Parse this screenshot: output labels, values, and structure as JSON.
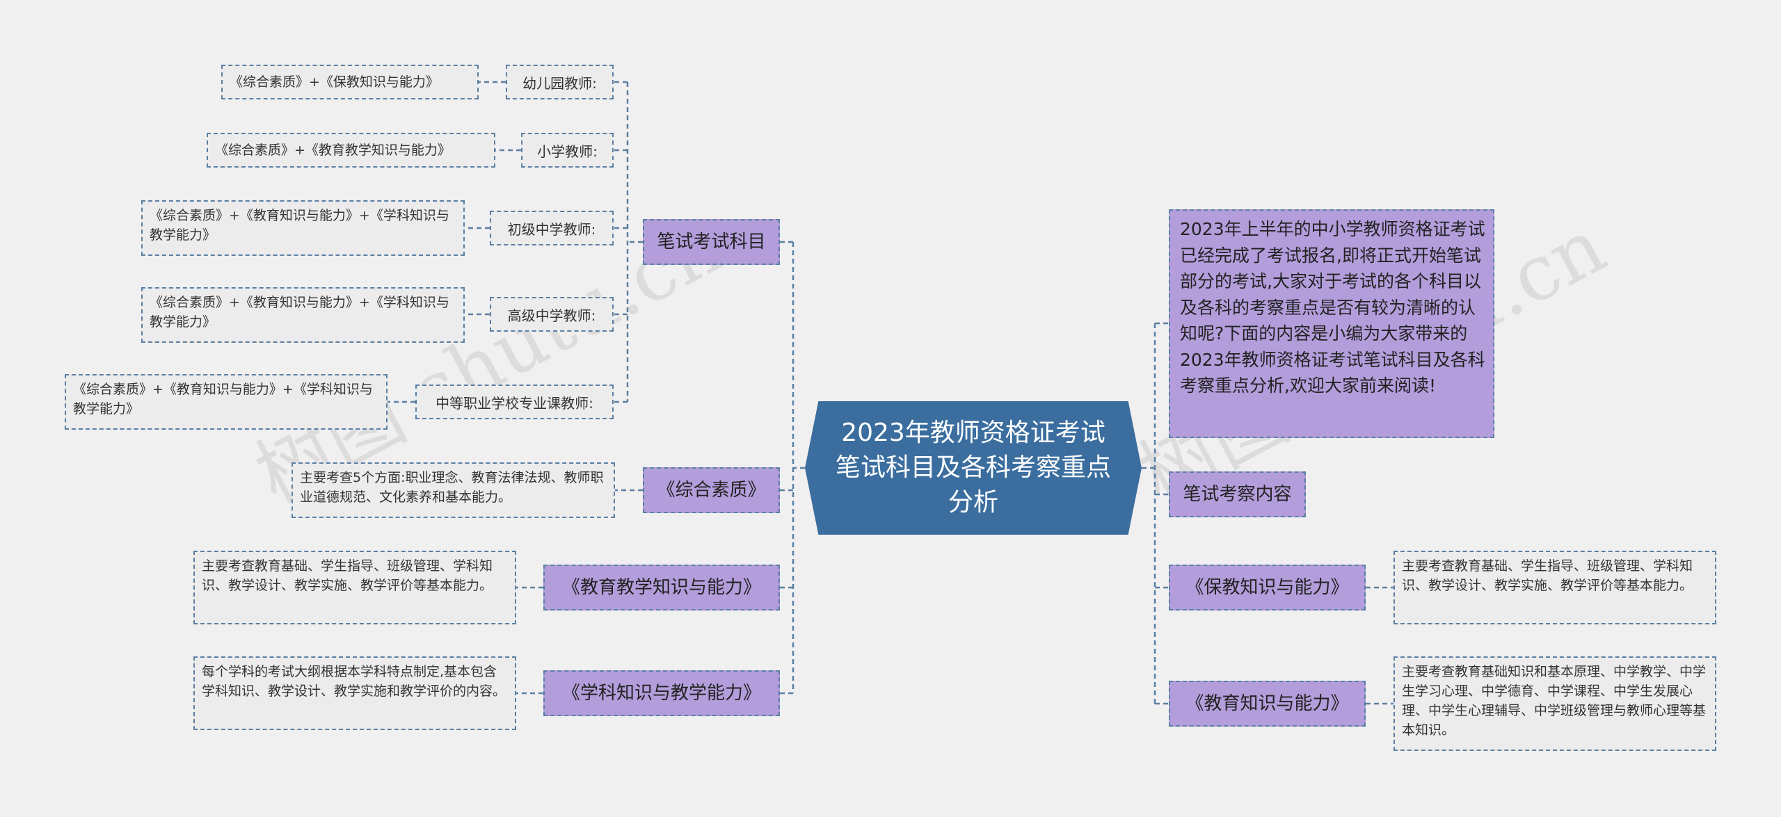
{
  "watermark": "树图 shutu.cn",
  "central_topic": "2023年教师资格证考试笔试科目及各科考察重点分析",
  "left": {
    "written_subjects": {
      "title": "笔试考试科目",
      "items": [
        {
          "label": "幼儿园教师:",
          "detail": "《综合素质》+《保教知识与能力》"
        },
        {
          "label": "小学教师:",
          "detail": "《综合素质》+《教育教学知识与能力》"
        },
        {
          "label": "初级中学教师:",
          "detail": "《综合素质》+《教育知识与能力》+《学科知识与教学能力》"
        },
        {
          "label": "高级中学教师:",
          "detail": "《综合素质》+《教育知识与能力》+《学科知识与教学能力》"
        },
        {
          "label": "中等职业学校专业课教师:",
          "detail": "《综合素质》+《教育知识与能力》+《学科知识与教学能力》"
        }
      ]
    },
    "zonghe": {
      "title": "《综合素质》",
      "detail": "主要考查5个方面:职业理念、教育法律法规、教师职业道德规范、文化素养和基本能力。"
    },
    "jiaoyu_jiaoxue": {
      "title": "《教育教学知识与能力》",
      "detail": "主要考查教育基础、学生指导、班级管理、学科知识、教学设计、教学实施、教学评价等基本能力。"
    },
    "xueke": {
      "title": "《学科知识与教学能力》",
      "detail": "每个学科的考试大纲根据本学科特点制定,基本包含学科知识、教学设计、教学实施和教学评价的内容。"
    }
  },
  "right": {
    "intro": "2023年上半年的中小学教师资格证考试已经完成了考试报名,即将正式开始笔试部分的考试,大家对于考试的各个科目以及各科的考察重点是否有较为清晰的认知呢?下面的内容是小编为大家带来的2023年教师资格证考试笔试科目及各科考察重点分析,欢迎大家前来阅读!",
    "exam_content": {
      "title": "笔试考察内容"
    },
    "baojiao": {
      "title": "《保教知识与能力》",
      "detail": "主要考查教育基础、学生指导、班级管理、学科知识、教学设计、教学实施、教学评价等基本能力。"
    },
    "jiaoyu": {
      "title": "《教育知识与能力》",
      "detail": "主要考查教育基础知识和基本原理、中学教学、中学生学习心理、中学德育、中学课程、中学生发展心理、中学生心理辅导、中学班级管理与教师心理等基本知识。"
    }
  },
  "colors": {
    "background": "#f0f0f0",
    "central": "#3b6e9f",
    "branch": "#b39ddb",
    "leaf": "#ececec",
    "connector": "#5a7fa3"
  }
}
